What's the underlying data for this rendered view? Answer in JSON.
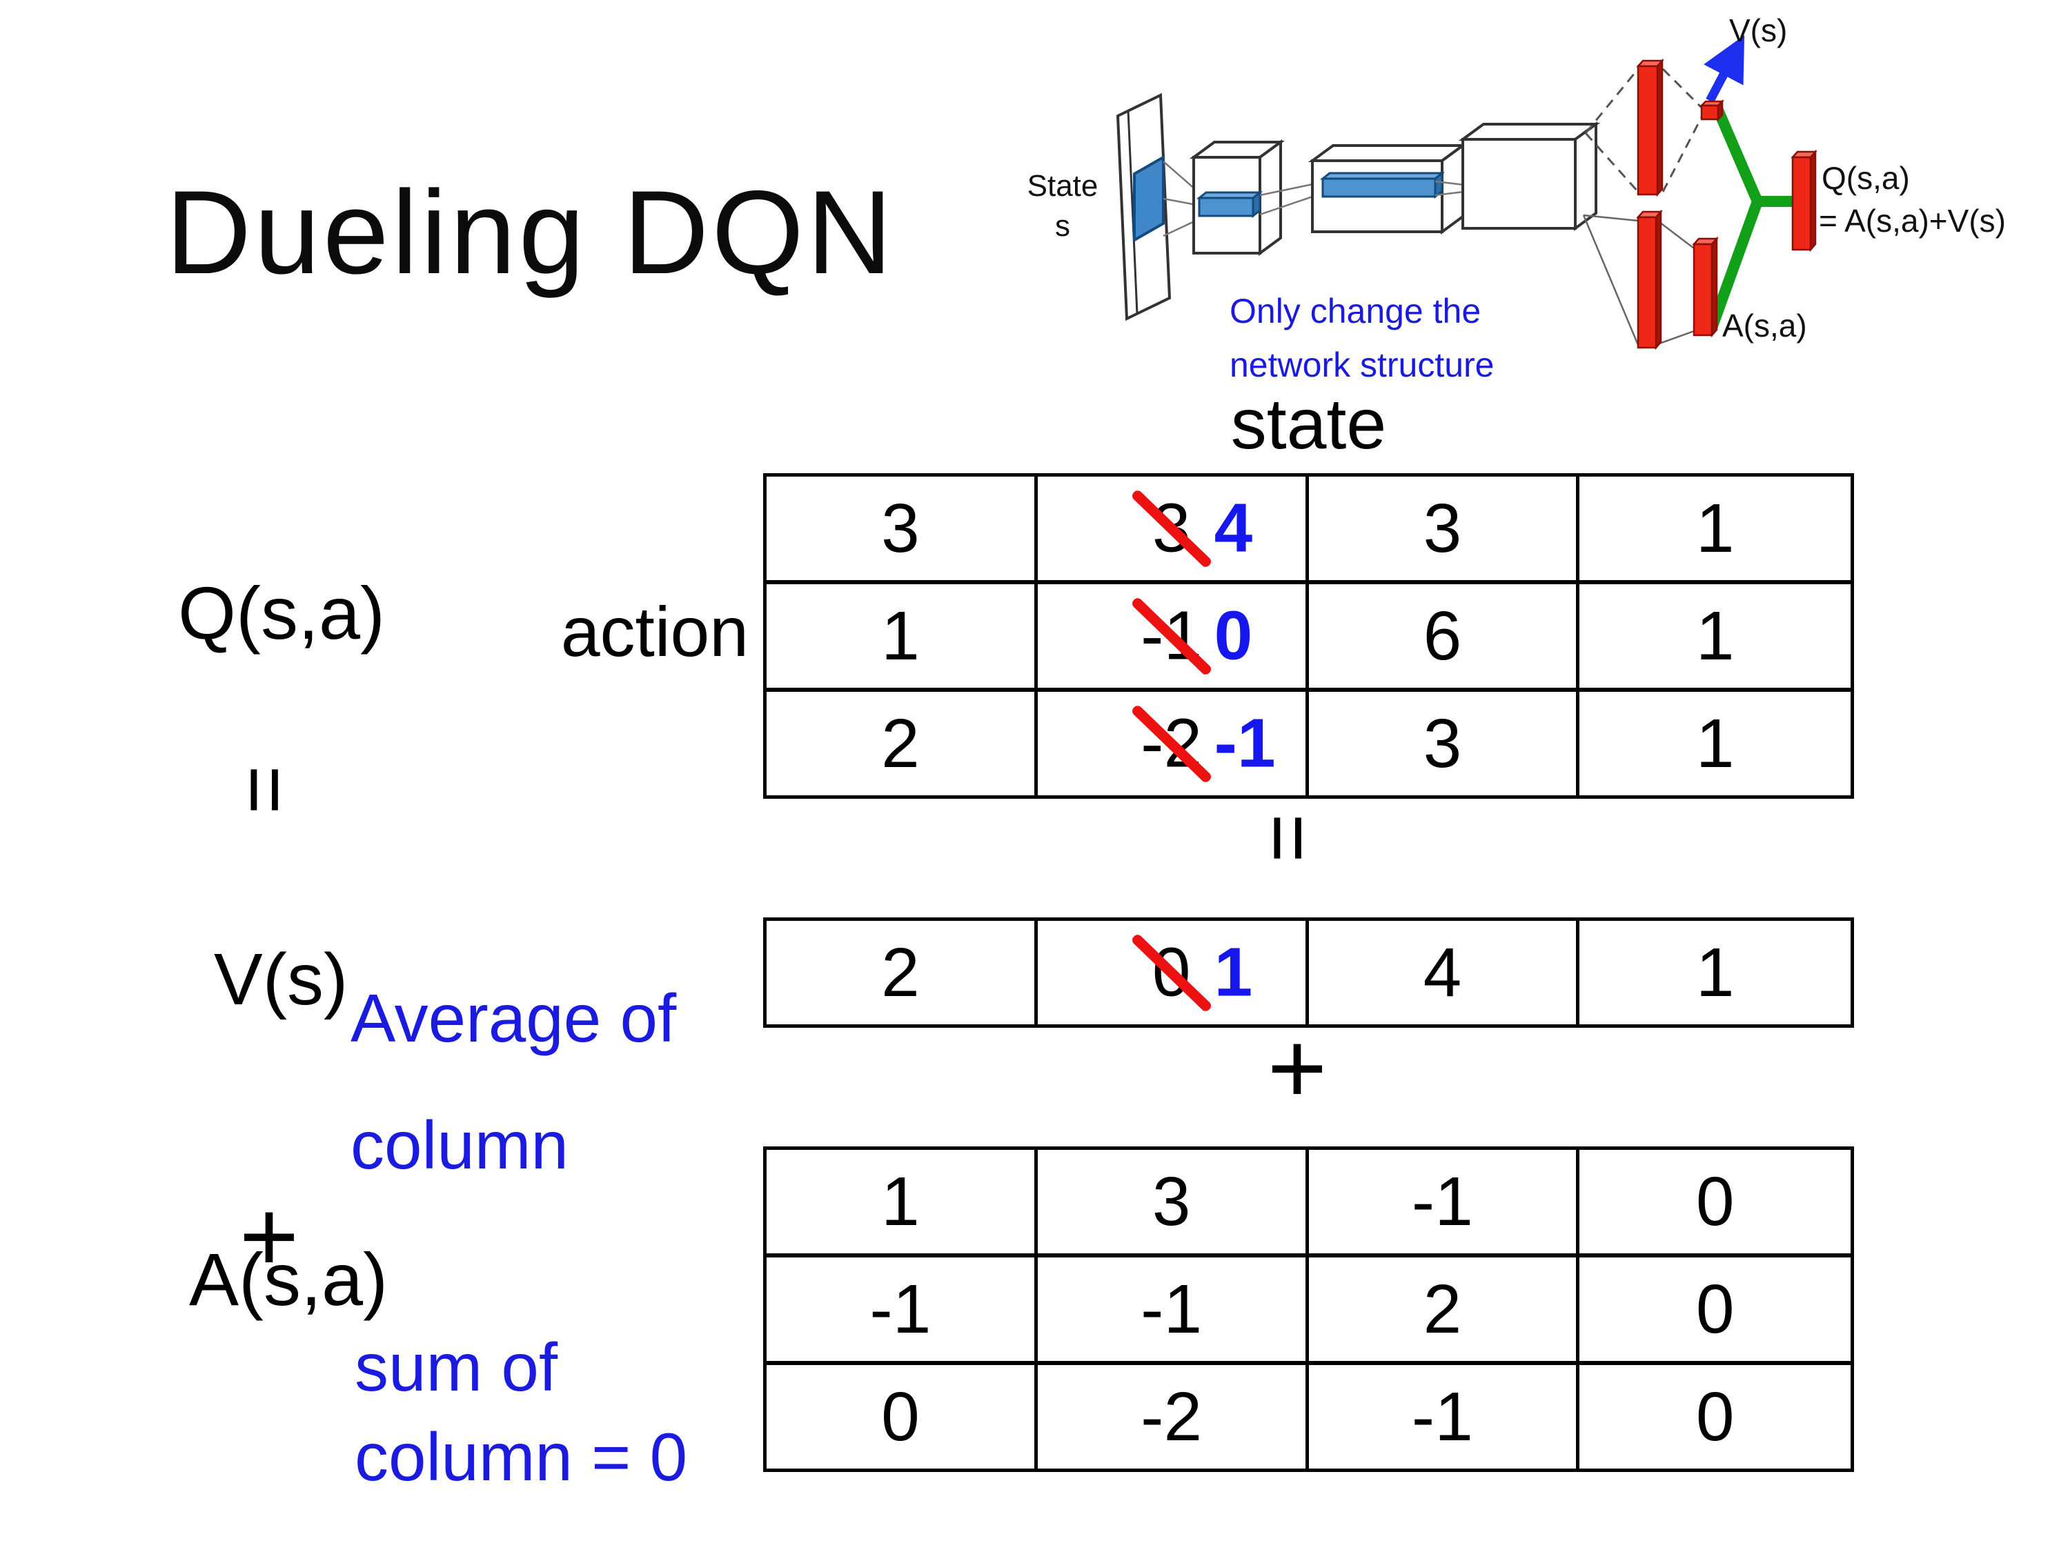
{
  "slide_title": "Dueling DQN",
  "diagram": {
    "input_label_line1": "State",
    "input_label_line2": "s",
    "caption_line1": "Only change the",
    "caption_line2": "network structure",
    "v_output_label": "V(s)",
    "q_output_label": "Q(s,a)",
    "q_output_formula": "= A(s,a)+V(s)",
    "a_output_label": "A(s,a)"
  },
  "decomposition": {
    "q_label": "Q(s,a)",
    "equals_symbol": "=",
    "plus_symbol": "+",
    "v_label": "V(s)",
    "a_label": "A(s,a)",
    "column_header": "state",
    "row_header": "action",
    "v_note_line1": "Average of",
    "v_note_line2": "column",
    "a_note_line1": "sum of",
    "a_note_line2": "column = 0"
  },
  "q_table": {
    "rows": [
      {
        "cells": [
          {
            "value": "3"
          },
          {
            "value": "3",
            "replaced_by": "4"
          },
          {
            "value": "3"
          },
          {
            "value": "1"
          }
        ]
      },
      {
        "cells": [
          {
            "value": "1"
          },
          {
            "value": "-1",
            "replaced_by": "0"
          },
          {
            "value": "6"
          },
          {
            "value": "1"
          }
        ]
      },
      {
        "cells": [
          {
            "value": "2"
          },
          {
            "value": "-2",
            "replaced_by": "-1"
          },
          {
            "value": "3"
          },
          {
            "value": "1"
          }
        ]
      }
    ]
  },
  "v_table": {
    "rows": [
      {
        "cells": [
          {
            "value": "2"
          },
          {
            "value": "0",
            "replaced_by": "1"
          },
          {
            "value": "4"
          },
          {
            "value": "1"
          }
        ]
      }
    ]
  },
  "a_table": {
    "rows": [
      {
        "cells": [
          {
            "value": "1"
          },
          {
            "value": "3"
          },
          {
            "value": "-1"
          },
          {
            "value": "0"
          }
        ]
      },
      {
        "cells": [
          {
            "value": "-1"
          },
          {
            "value": "-1"
          },
          {
            "value": "2"
          },
          {
            "value": "0"
          }
        ]
      },
      {
        "cells": [
          {
            "value": "0"
          },
          {
            "value": "-2"
          },
          {
            "value": "-1"
          },
          {
            "value": "0"
          }
        ]
      }
    ]
  },
  "colors": {
    "highlight_blue": "#1616ee",
    "strike_red": "#ee1111",
    "note_blue": "#1b1be0",
    "bar_red": "#ee2716",
    "link_green": "#12a019",
    "conv_blue": "#3f87c9",
    "arrow_blue": "#1f2ff0"
  }
}
